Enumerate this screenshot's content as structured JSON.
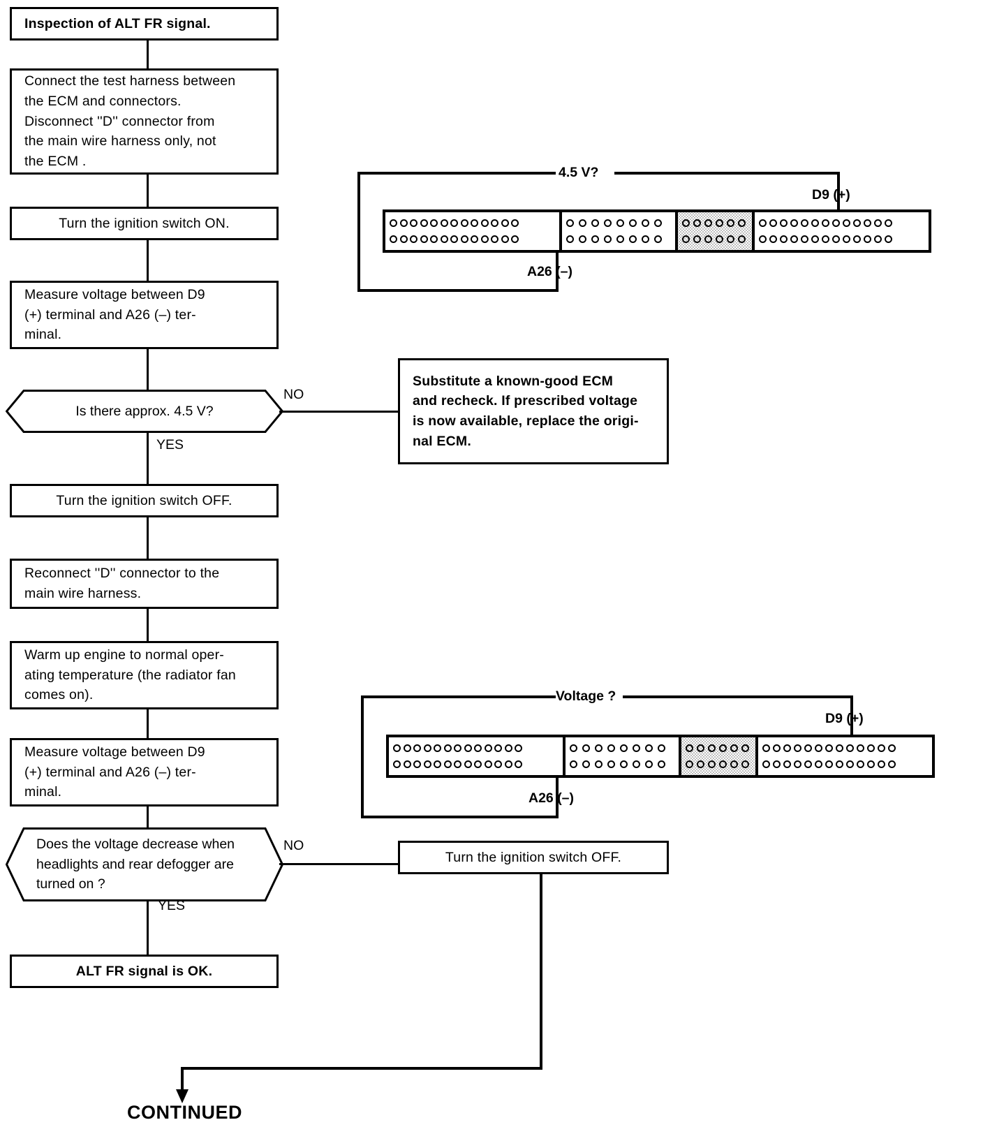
{
  "title": "Inspection of ALT FR signal.",
  "flow": {
    "steps": [
      {
        "id": "start",
        "text": "Inspection of ALT FR signal."
      },
      {
        "id": "connect",
        "text": "Connect the test harness between\nthe ECM and connectors.\nDisconnect ''D'' connector from\nthe main wire harness only, not\nthe ECM ."
      },
      {
        "id": "ign-on",
        "text": "Turn the ignition switch ON."
      },
      {
        "id": "measure-1",
        "text": "Measure  voltage  between  D9\n(+)  terminal  and  A26  (–)  ter-\nminal."
      },
      {
        "id": "decision-1",
        "text": "Is there approx. 4.5 V?"
      },
      {
        "id": "substitute",
        "text": "Substitute  a  known-good  ECM\nand recheck. If prescribed voltage\nis now available, replace the origi-\nnal ECM."
      },
      {
        "id": "ign-off-1",
        "text": "Turn the ignition switch OFF."
      },
      {
        "id": "reconnect",
        "text": "Reconnect ''D'' connector to the\nmain wire harness."
      },
      {
        "id": "warm-up",
        "text": "Warm up engine to normal oper-\nating temperature (the radiator fan\ncomes on)."
      },
      {
        "id": "measure-2",
        "text": "Measure  voltage  between  D9\n(+)  terminal  and  A26  (–)  ter-\nminal."
      },
      {
        "id": "decision-2",
        "text": "Does the voltage decrease when\nheadlights  and  rear  defogger  are\nturned on ?"
      },
      {
        "id": "ign-off-2",
        "text": "Turn the ignition switch OFF."
      },
      {
        "id": "ok",
        "text": "ALT FR signal is OK."
      }
    ],
    "branch_labels": {
      "no_1": "NO",
      "yes_1": "YES",
      "no_2": "NO",
      "yes_2": "YES"
    },
    "continued": "CONTINUED"
  },
  "connector_top": {
    "measurement_label": "4.5 V?",
    "positive_terminal": "D9 (+)",
    "negative_terminal": "A26 (–)",
    "segments": [
      {
        "name": "segment-a",
        "pins_per_row": 13,
        "rows": 2,
        "shaded": false
      },
      {
        "name": "segment-b",
        "pins_per_row": 8,
        "rows": 2,
        "shaded": false
      },
      {
        "name": "segment-c",
        "pins_per_row": 6,
        "rows": 2,
        "shaded": true
      },
      {
        "name": "segment-d",
        "pins_per_row": 13,
        "rows": 2,
        "shaded": false
      }
    ]
  },
  "connector_bottom": {
    "measurement_label": "Voltage ?",
    "positive_terminal": "D9 (+)",
    "negative_terminal": "A26 (–)",
    "segments": [
      {
        "name": "segment-a",
        "pins_per_row": 13,
        "rows": 2,
        "shaded": false
      },
      {
        "name": "segment-b",
        "pins_per_row": 8,
        "rows": 2,
        "shaded": false
      },
      {
        "name": "segment-c",
        "pins_per_row": 6,
        "rows": 2,
        "shaded": true
      },
      {
        "name": "segment-d",
        "pins_per_row": 13,
        "rows": 2,
        "shaded": false
      }
    ]
  },
  "colors": {
    "ink": "#000000",
    "paper": "#ffffff"
  }
}
